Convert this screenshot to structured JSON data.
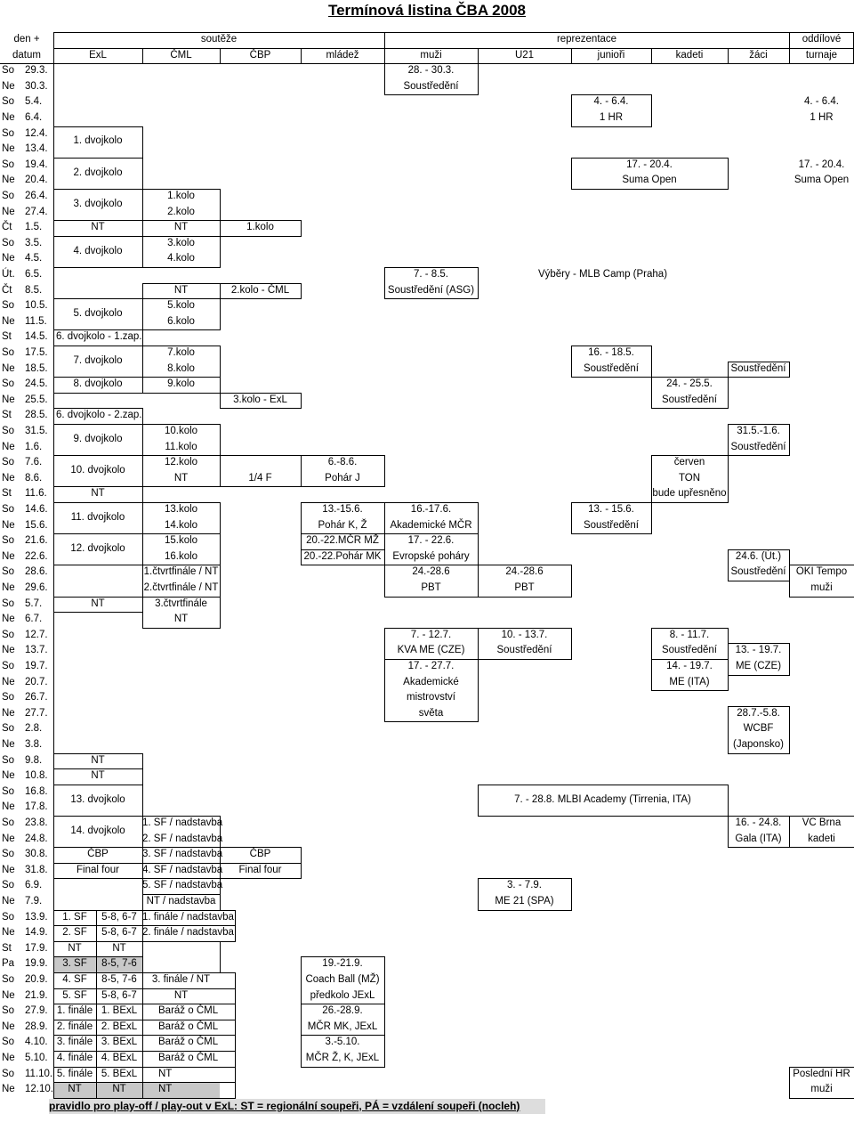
{
  "title": "Termínová listina ČBA 2008",
  "headers": {
    "r1": [
      "den +",
      "soutěže",
      "reprezentace",
      "oddílové"
    ],
    "r2": [
      "datum",
      "ExL",
      "ČML",
      "ČBP",
      "mládež",
      "muži",
      "U21",
      "junioři",
      "kadeti",
      "žáci",
      "turnaje"
    ]
  },
  "rows": [
    [
      "So",
      "29.3."
    ],
    [
      "Ne",
      "30.3."
    ],
    [
      "So",
      "5.4."
    ],
    [
      "Ne",
      "6.4."
    ],
    [
      "So",
      "12.4."
    ],
    [
      "Ne",
      "13.4."
    ],
    [
      "So",
      "19.4."
    ],
    [
      "Ne",
      "20.4."
    ],
    [
      "So",
      "26.4."
    ],
    [
      "Ne",
      "27.4."
    ],
    [
      "Čt",
      "1.5."
    ],
    [
      "So",
      "3.5."
    ],
    [
      "Ne",
      "4.5."
    ],
    [
      "Út.",
      "6.5."
    ],
    [
      "Čt",
      "8.5."
    ],
    [
      "So",
      "10.5."
    ],
    [
      "Ne",
      "11.5."
    ],
    [
      "St",
      "14.5."
    ],
    [
      "So",
      "17.5."
    ],
    [
      "Ne",
      "18.5."
    ],
    [
      "So",
      "24.5."
    ],
    [
      "Ne",
      "25.5."
    ],
    [
      "St",
      "28.5."
    ],
    [
      "So",
      "31.5."
    ],
    [
      "Ne",
      "1.6."
    ],
    [
      "So",
      "7.6."
    ],
    [
      "Ne",
      "8.6."
    ],
    [
      "St",
      "11.6."
    ],
    [
      "So",
      "14.6."
    ],
    [
      "Ne",
      "15.6."
    ],
    [
      "So",
      "21.6."
    ],
    [
      "Ne",
      "22.6."
    ],
    [
      "So",
      "28.6."
    ],
    [
      "Ne",
      "29.6."
    ],
    [
      "So",
      "5.7."
    ],
    [
      "Ne",
      "6.7."
    ],
    [
      "So",
      "12.7."
    ],
    [
      "Ne",
      "13.7."
    ],
    [
      "So",
      "19.7."
    ],
    [
      "Ne",
      "20.7."
    ],
    [
      "So",
      "26.7."
    ],
    [
      "Ne",
      "27.7."
    ],
    [
      "So",
      "2.8."
    ],
    [
      "Ne",
      "3.8."
    ],
    [
      "So",
      "9.8."
    ],
    [
      "Ne",
      "10.8."
    ],
    [
      "So",
      "16.8."
    ],
    [
      "Ne",
      "17.8."
    ],
    [
      "So",
      "23.8."
    ],
    [
      "Ne",
      "24.8."
    ],
    [
      "So",
      "30.8."
    ],
    [
      "Ne",
      "31.8."
    ],
    [
      "So",
      "6.9."
    ],
    [
      "Ne",
      "7.9."
    ],
    [
      "So",
      "13.9."
    ],
    [
      "Ne",
      "14.9."
    ],
    [
      "St",
      "17.9."
    ],
    [
      "Pa",
      "19.9."
    ],
    [
      "So",
      "20.9."
    ],
    [
      "Ne",
      "21.9."
    ],
    [
      "So",
      "27.9."
    ],
    [
      "Ne",
      "28.9."
    ],
    [
      "So",
      "4.10."
    ],
    [
      "Ne",
      "5.10."
    ],
    [
      "So",
      "11.10."
    ],
    [
      "Ne",
      "12.10."
    ]
  ],
  "exl": [
    "1. dvojkolo",
    "2. dvojkolo",
    "3. dvojkolo",
    "NT",
    "4. dvojkolo",
    "5. dvojkolo",
    "6. dvojkolo - 1.zap.",
    "7. dvojkolo",
    "8. dvojkolo",
    "6. dvojkolo - 2.zap.",
    "9. dvojkolo",
    "10. dvojkolo",
    "NT",
    "11. dvojkolo",
    "12. dvojkolo",
    "NT",
    "NT",
    "NT",
    "13. dvojkolo",
    "14. dvojkolo",
    "ČBP",
    "Final four",
    "1. SF",
    "2. SF",
    "NT",
    "3. SF",
    "4. SF",
    "5. SF",
    "1. finále",
    "2. finále",
    "3. finále",
    "4. finále",
    "5. finále",
    "NT"
  ],
  "exl_b": [
    "5-8, 6-7",
    "5-8, 6-7",
    "NT",
    "8-5, 7-6",
    "8-5, 7-6",
    "5-8, 6-7",
    "1. BExL",
    "2. BExL",
    "3. BExL",
    "4. BExL",
    "5. BExL",
    "NT"
  ],
  "cml": [
    "1.kolo",
    "2.kolo",
    "NT",
    "3.kolo",
    "4.kolo",
    "NT",
    "5.kolo",
    "6.kolo",
    "7.kolo",
    "8.kolo",
    "9.kolo",
    "10.kolo",
    "11.kolo",
    "12.kolo",
    "NT",
    "13.kolo",
    "14.kolo",
    "15.kolo",
    "16.kolo",
    "1.čtvrtfinále / NT",
    "2.čtvrtfinále / NT",
    "3.čtvrtfinále",
    "NT",
    "1. SF / nadstavba",
    "2. SF / nadstavba",
    "3. SF / nadstavba",
    "4. SF / nadstavba",
    "5. SF / nadstavba",
    "NT / nadstavba",
    "1. finále / nadstavba",
    "2. finále / nadstavba",
    "3. finále / NT",
    "NT",
    "Baráž o ČML",
    "Baráž o ČML",
    "Baráž o ČML",
    "Baráž o ČML",
    "NT",
    "NT"
  ],
  "cbp": [
    "1.kolo",
    "2.kolo - ČML",
    "3.kolo - ExL",
    "1/4 F",
    "ČBP",
    "Final four"
  ],
  "mladez": [
    "6.-8.6.",
    "Pohár J",
    "13.-15.6.",
    "Pohár K, Ž",
    "20.-22.MČR MŽ",
    "20.-22.Pohár MK",
    "19.-21.9.",
    "Coach Ball (MŽ)",
    "předkolo JExL",
    "26.-28.9.",
    "MČR MK, JExL",
    "3.-5.10.",
    "MČR Ž, K, JExL"
  ],
  "muzi": [
    "28. - 30.3.",
    "Soustředění",
    "7. - 8.5.",
    "Soustředění (ASG)",
    "16.-17.6.",
    "Akademické MČR",
    "17. - 22.6.",
    "Evropské poháry",
    "24.-28.6",
    "PBT",
    "7. - 12.7.",
    "KVA ME (CZE)",
    "17. - 27.7.",
    "Akademické",
    "mistrovství",
    "světa"
  ],
  "u21": [
    "24.-28.6",
    "PBT",
    "10. - 13.7.",
    "Soustředění",
    "3. - 7.9.",
    "ME 21 (SPA)"
  ],
  "span": [
    "Výběry - MLB Camp (Praha)",
    "7. - 28.8. MLBI Academy  (Tirrenia, ITA)"
  ],
  "juniori": [
    "4. - 6.4.",
    "1 HR",
    "17. - 20.4.",
    "Suma Open",
    "16. - 18.5.",
    "Soustředění",
    "13. - 15.6.",
    "Soustředění"
  ],
  "kadeti": [
    "24. - 25.5.",
    "Soustředění",
    "červen",
    "TON",
    "bude upřesněno",
    "8. - 11.7.",
    "Soustředění",
    "14. - 19.7.",
    "ME (ITA)"
  ],
  "zaci": [
    "Soustředění",
    "31.5.-1.6.",
    "Soustředění",
    "24.6. (Út.)",
    "Soustředění",
    "13. - 19.7.",
    "ME (CZE)",
    "28.7.-5.8.",
    "WCBF",
    "(Japonsko)",
    "16. - 24.8.",
    "Gala (ITA)"
  ],
  "turnaje": [
    "4. - 6.4.",
    "1 HR",
    "17. - 20.4.",
    "Suma Open",
    "OKI Tempo",
    "muži",
    "VC Brna",
    "kadeti",
    "Poslední HR",
    "muži"
  ],
  "footer": "pravidlo pro play-off / play-out v ExL:  ST = regionální soupeři, PÁ = vzdálení soupeři (nocleh)"
}
